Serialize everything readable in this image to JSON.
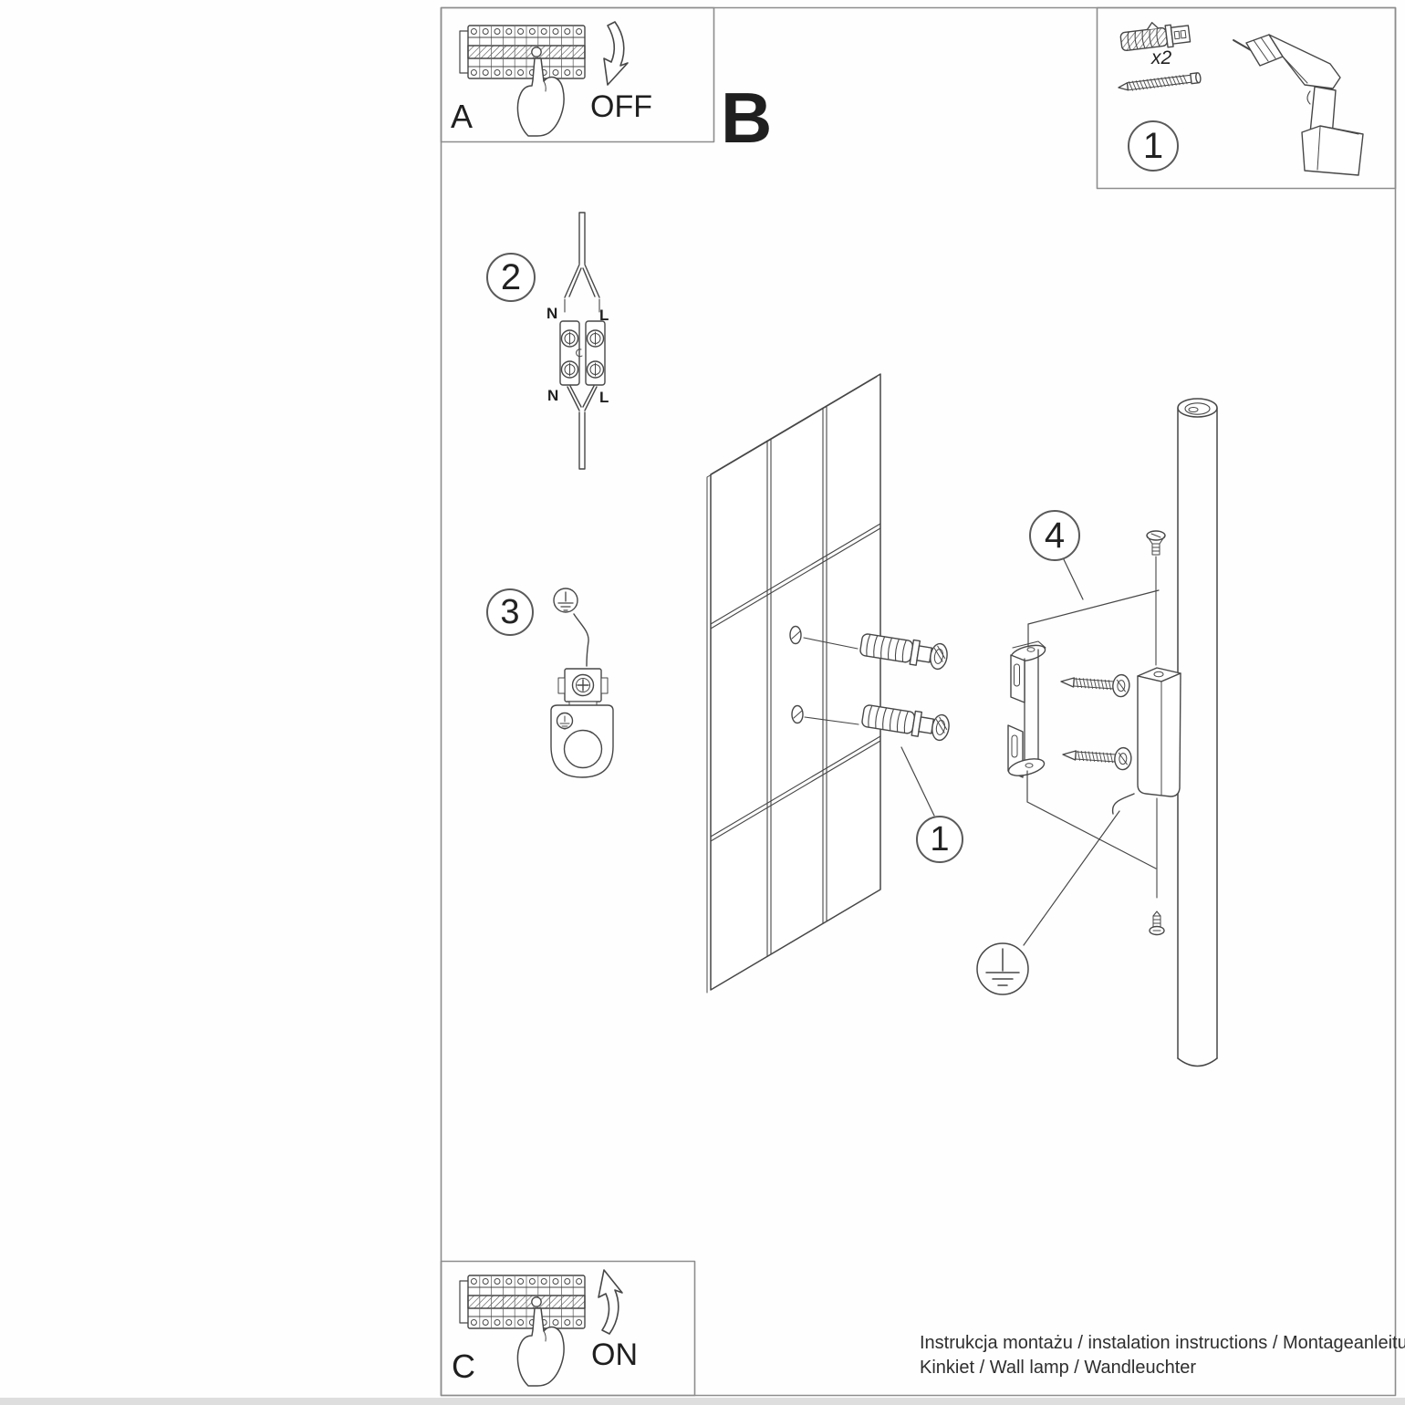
{
  "labels": {
    "panel_a": "A",
    "panel_a_state": "OFF",
    "section_b": "B",
    "tools_step": "1",
    "tools_qty": "x2",
    "step2": "2",
    "step3": "3",
    "step4": "4",
    "anchor_step": "1",
    "wire_top_n": "N",
    "wire_top_l": "L",
    "wire_bottom_n": "N",
    "wire_bottom_l": "L",
    "panel_c": "C",
    "panel_c_state": "ON"
  },
  "footer": {
    "line1": "Instrukcja montażu / instalation instructions / Montageanleitung",
    "line2": "Kinkiet / Wall lamp / Wandleuchter"
  },
  "colors": {
    "line": "#474747",
    "panel_border": "#8d8d8d",
    "text": "#1f1f1f"
  }
}
